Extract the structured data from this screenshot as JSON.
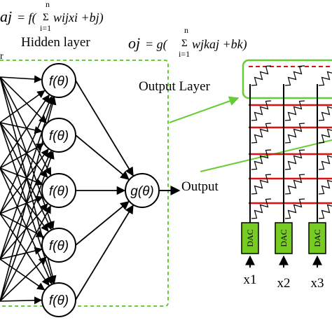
{
  "equations": {
    "hidden": {
      "lhs": "aj",
      "eq": "= f(",
      "sum_top": "n",
      "sum_sym": "Σ",
      "sum_bottom": "i=1",
      "body": "wijxi +bj)"
    },
    "output": {
      "lhs": "oj",
      "eq": "= g(",
      "sum_top": "n",
      "sum_sym": "Σ",
      "sum_bottom": "i=1",
      "body": "wjkaj +bk)"
    }
  },
  "labels": {
    "hidden_layer": "Hidden layer",
    "output_layer": "Output Layer",
    "output": "Output",
    "edge_mark": "r"
  },
  "hidden_nodes": [
    "f(θ)",
    "f(θ)",
    "f(θ)",
    "f(θ)",
    "f(θ)"
  ],
  "output_node": "g(θ)",
  "crossbar": {
    "dac_label": "DAC",
    "inputs": [
      "x1",
      "x2",
      "x3"
    ]
  },
  "colors": {
    "green_box": "#66cc33",
    "red_line": "#dd1111",
    "dac_fill": "#77cc22",
    "black": "#000000"
  }
}
